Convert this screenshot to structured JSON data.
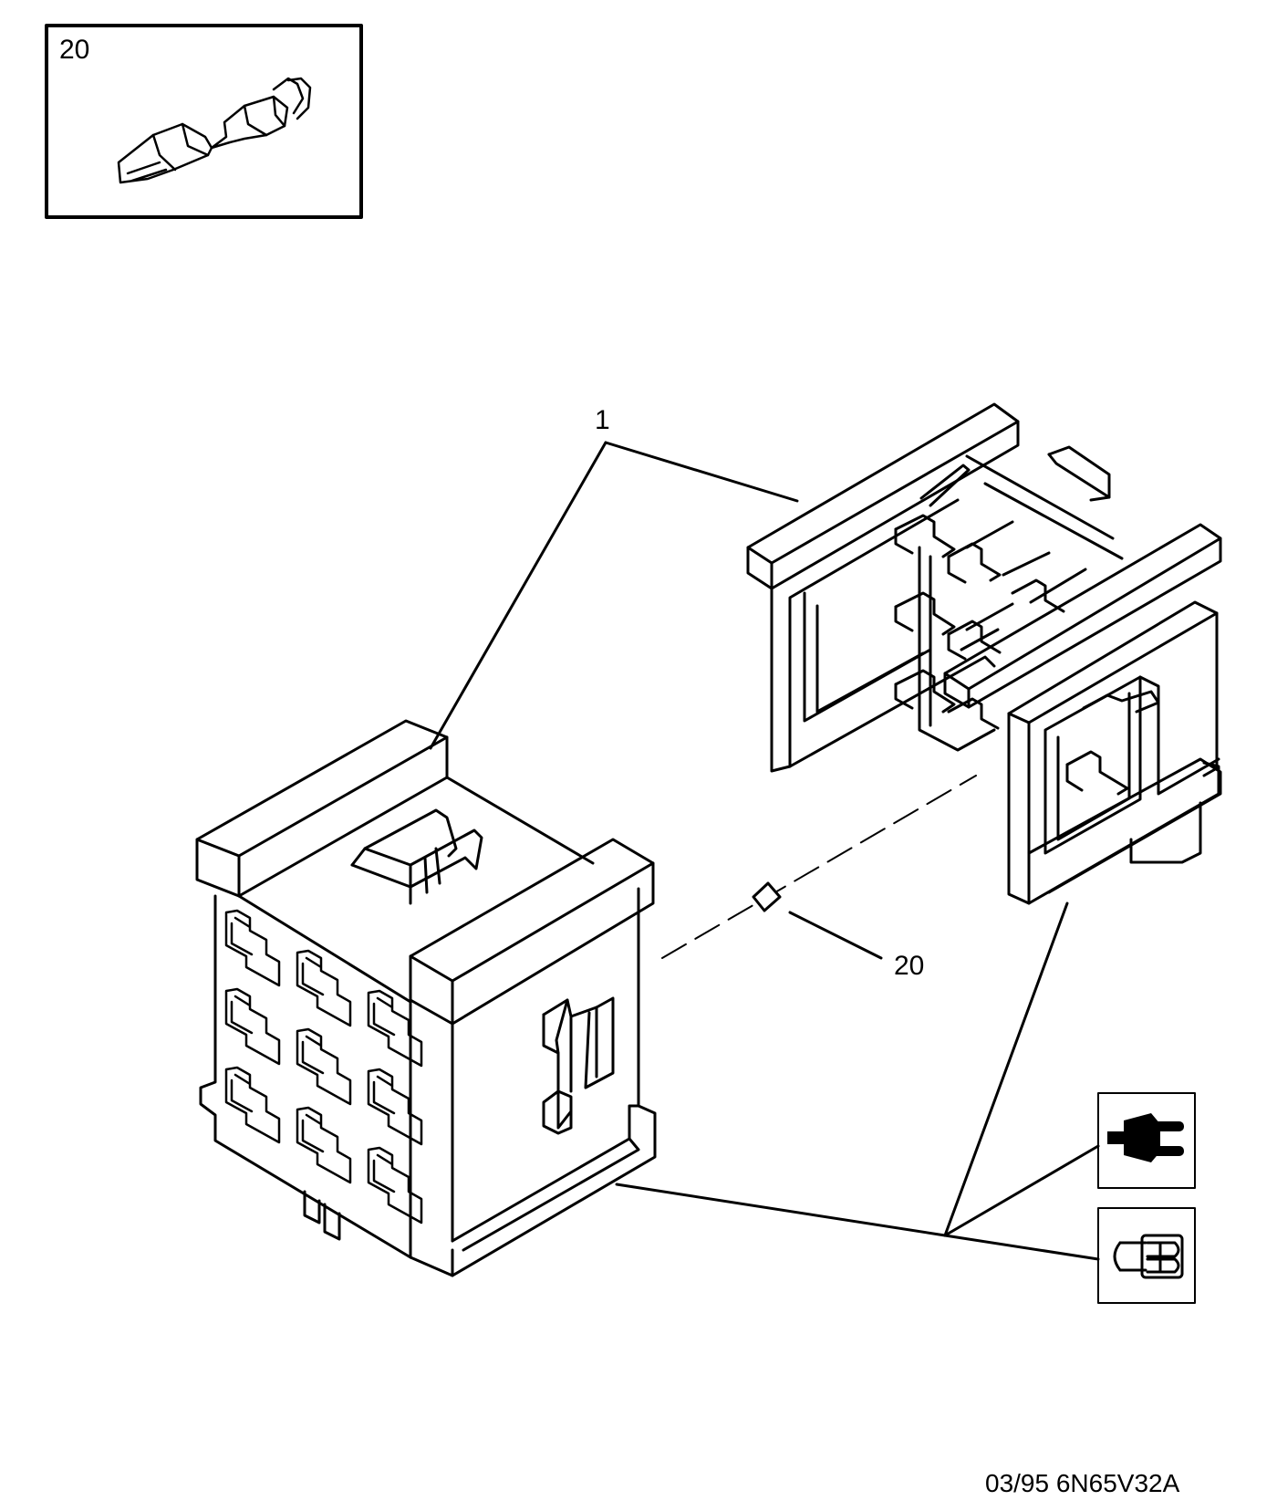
{
  "inset": {
    "callout": "20"
  },
  "callouts": {
    "connector_housing": "1",
    "terminal": "20"
  },
  "legend": {
    "plug_icon": "plug-icon",
    "terminal_icon": "terminal-icon"
  },
  "footer": {
    "reference": "03/95 6N65V32A"
  }
}
